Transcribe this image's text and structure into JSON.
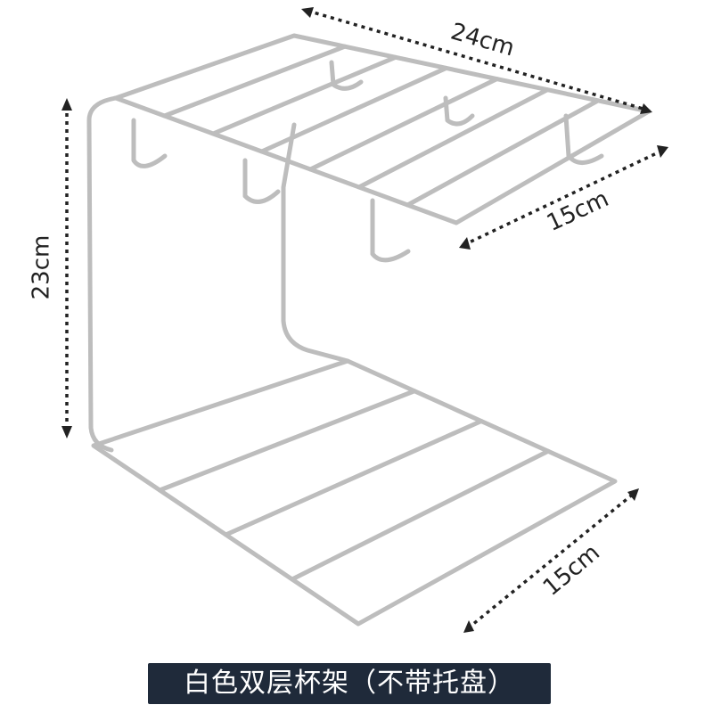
{
  "dimensions": {
    "width": "24cm",
    "top_depth": "15cm",
    "height": "23cm",
    "base_depth": "15cm"
  },
  "caption": "白色双层杯架（不带托盘）",
  "colors": {
    "banner": "#1f2a3a",
    "wire": "#b8b8b8",
    "dim_line": "#222222"
  }
}
